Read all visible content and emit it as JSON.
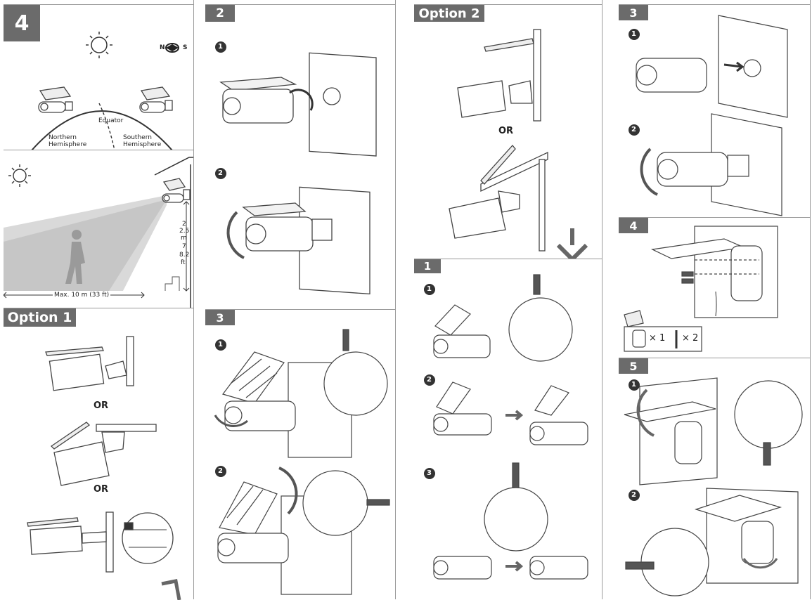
{
  "col1": {
    "section4": {
      "tab": "4",
      "compass_n": "N",
      "compass_s": "S",
      "equator": "Equator",
      "north_hemi_1": "Northern",
      "north_hemi_2": "Hemisphere",
      "south_hemi_1": "Southern",
      "south_hemi_2": "Hemisphere"
    },
    "height": {
      "h1": "2",
      "h2": "2.5",
      "h3": "m",
      "h4": "7",
      "h5": "8.2",
      "h6": "ft",
      "distance": "Max. 10 m (33 ft)"
    },
    "option1": {
      "tab": "Option 1",
      "or1": "OR",
      "or2": "OR"
    }
  },
  "col2": {
    "section2": {
      "tab": "2",
      "step1": "1",
      "step2": "2"
    },
    "section3": {
      "tab": "3",
      "step1": "1",
      "step2": "2"
    }
  },
  "col3": {
    "option2": {
      "tab": "Option 2",
      "or": "OR"
    },
    "section1": {
      "tab": "1",
      "step1": "1",
      "step2": "2",
      "step3": "3"
    }
  },
  "col4": {
    "section3": {
      "tab": "3",
      "step1": "1",
      "step2": "2"
    },
    "section4": {
      "tab": "4",
      "qty1": "× 1",
      "qty2": "× 2"
    },
    "section5": {
      "tab": "5",
      "step1": "1",
      "step2": "2"
    }
  }
}
